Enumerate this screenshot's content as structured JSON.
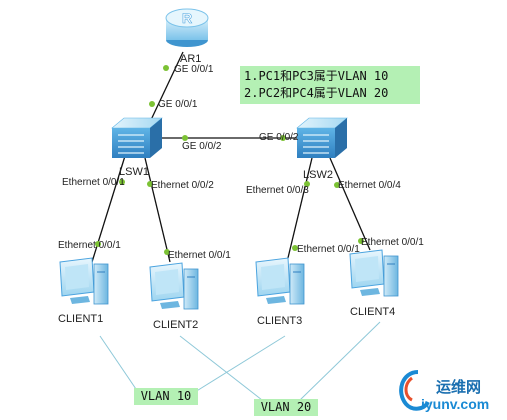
{
  "devices": {
    "router": {
      "name": "AR1",
      "glyph": "R"
    },
    "switch1": {
      "name": "LSW1"
    },
    "switch2": {
      "name": "LSW2"
    },
    "client1": {
      "name": "CLIENT1"
    },
    "client2": {
      "name": "CLIENT2"
    },
    "client3": {
      "name": "CLIENT3"
    },
    "client4": {
      "name": "CLIENT4"
    }
  },
  "ports": {
    "ar1_ge": "GE 0/0/1",
    "lsw1_up": "GE 0/0/1",
    "lsw1_trunk": "GE 0/0/2",
    "lsw2_trunk": "GE 0/0/2",
    "lsw1_eth1": "Ethernet 0/0/1",
    "lsw1_eth2": "Ethernet 0/0/2",
    "lsw2_eth3": "Ethernet 0/0/3",
    "lsw2_eth4": "Ethernet 0/0/4",
    "client1_eth": "Ethernet 0/0/1",
    "client2_eth": "Ethernet 0/0/1",
    "client3_eth": "Ethernet 0/0/1",
    "client4_eth": "Ethernet 0/0/1"
  },
  "note": {
    "line1": "1.PC1和PC3属于VLAN 10",
    "line2": "2.PC2和PC4属于VLAN 20"
  },
  "vlans": {
    "vlan10": "VLAN 10",
    "vlan20": "VLAN 20"
  },
  "watermark": {
    "title": "运维网",
    "url": "iyunv.com"
  },
  "colors": {
    "link": "#111111",
    "port_dot": "#7cc234",
    "vlan_line": "#8ec8d8",
    "note_bg": "#b4f0b4",
    "device_blue": "#4aa3df"
  }
}
